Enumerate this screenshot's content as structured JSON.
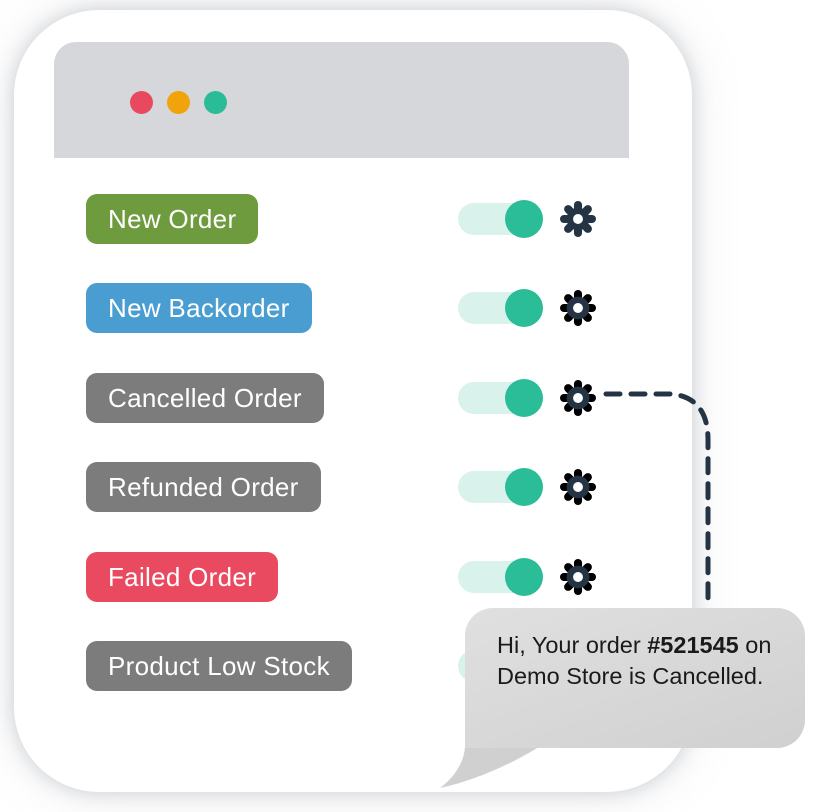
{
  "colors": {
    "header-bg": "#d5d7da",
    "dot-red": "#e9495f",
    "dot-orange": "#f0a30b",
    "dot-green": "#2abb97",
    "toggle-track": "#daf2ec",
    "toggle-knob": "#2abd97",
    "icon-dark": "#243444",
    "badge-text": "#ffffff",
    "bubble-text": "#1a1a1a"
  },
  "rows": [
    {
      "label": "New Order",
      "color": "#6d9b3d",
      "toggle": "on"
    },
    {
      "label": "New Backorder",
      "color": "#4a9dd0",
      "toggle": "on"
    },
    {
      "label": "Cancelled Order",
      "color": "#7c7c7c",
      "toggle": "on"
    },
    {
      "label": "Refunded Order",
      "color": "#7c7c7c",
      "toggle": "on"
    },
    {
      "label": "Failed Order",
      "color": "#ea4a60",
      "toggle": "on"
    },
    {
      "label": "Product Low Stock",
      "color": "#7c7c7c",
      "toggle": "on"
    }
  ],
  "notification": {
    "text_before": "Hi, Your order ",
    "order_number": "#521545",
    "text_after": " on Demo Store is Cancelled."
  }
}
